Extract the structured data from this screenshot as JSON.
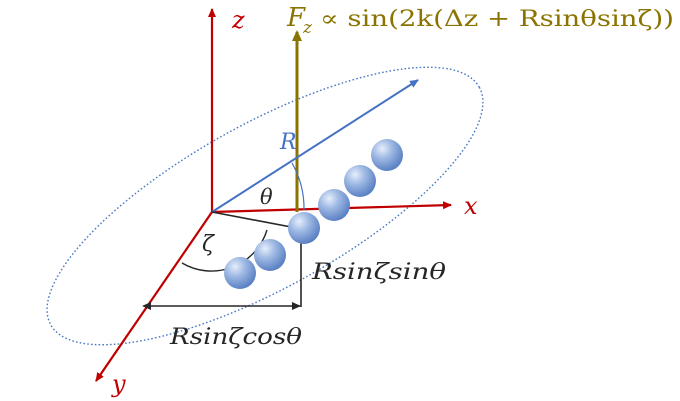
{
  "labels": {
    "z_axis": "z",
    "x_axis": "x",
    "y_axis": "y",
    "radius": "R",
    "theta": "θ",
    "zeta": "ζ",
    "force_symbol": "F",
    "force_subscript": "z",
    "force_rhs": "∝ sin(2k(Δz + Rsinθsinζ))",
    "height_label": "Rsinζsinθ",
    "width_label": "Rsinζcosθ"
  },
  "colors": {
    "axis_red": "#c00000",
    "force_gold": "#8a7300",
    "radius_blue": "#4472c4",
    "ring_blue": "#4a78c4",
    "measure_black": "#262626",
    "bead_blue": "#8eaadb"
  },
  "beads": {
    "count": 6
  }
}
